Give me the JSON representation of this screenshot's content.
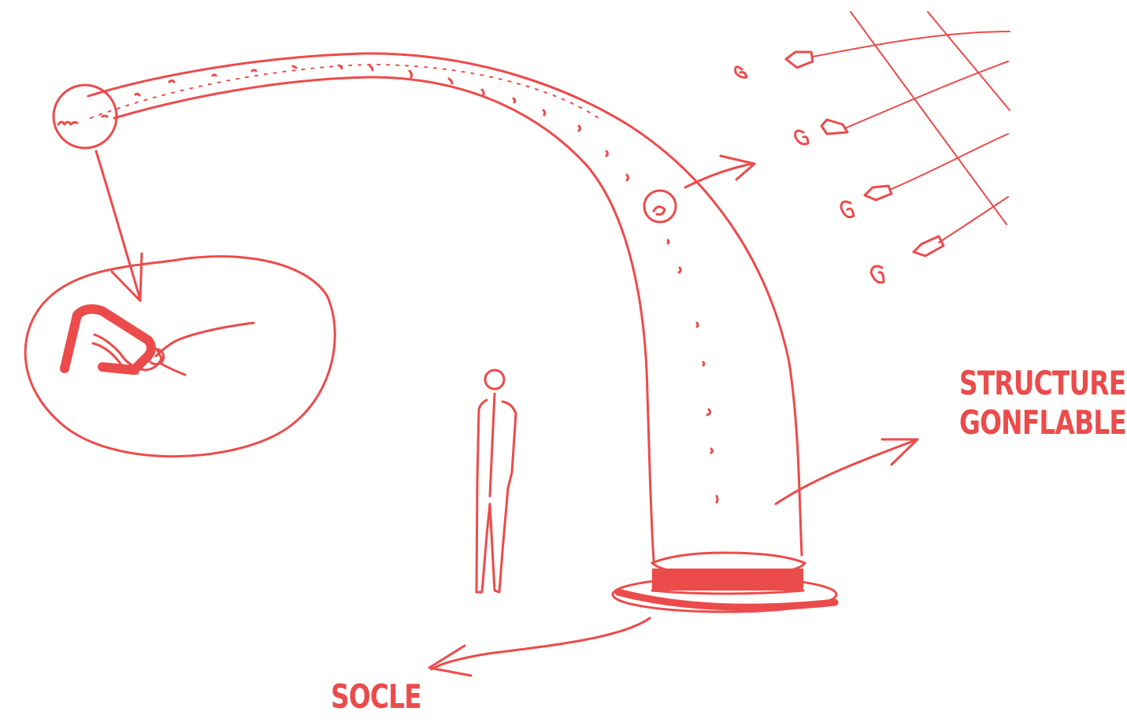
{
  "colors": {
    "ink": "#ec4b4b",
    "background": "#ffffff"
  },
  "labels": {
    "structure_line1": "STRUCTURE",
    "structure_line2": "GONFLABLE",
    "socle": "SOCLE"
  },
  "figures": [
    "inflatable-arch",
    "base-plinth",
    "standing-person",
    "detail-zoom-circle",
    "detail-bubble",
    "projector-detail",
    "sound-speaker-icons",
    "mesh-grid"
  ]
}
